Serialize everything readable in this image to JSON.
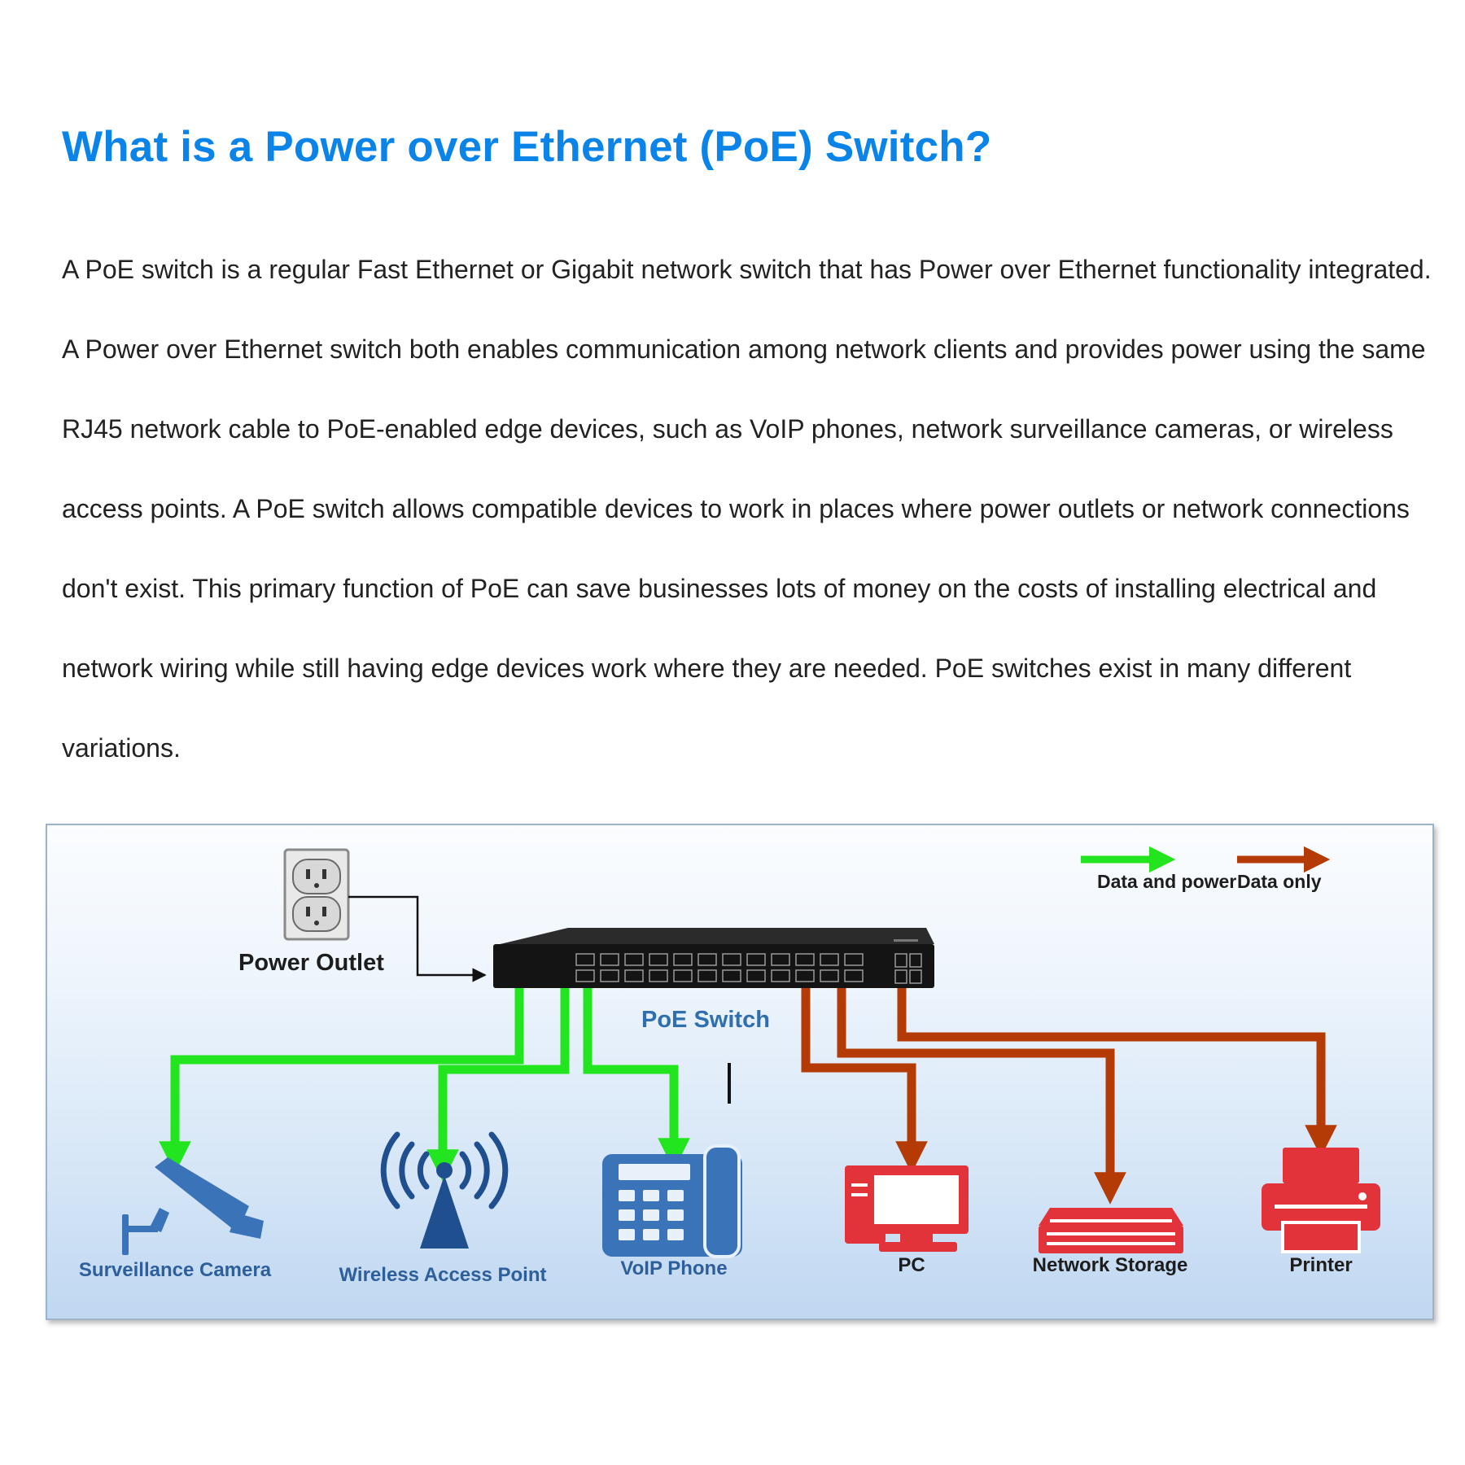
{
  "article": {
    "title": "What is a Power over Ethernet (PoE) Switch?",
    "paragraph": "A PoE switch is a regular Fast Ethernet or Gigabit network switch that has Power over Ethernet functionality integrated. A Power over Ethernet switch both enables communication among network clients and provides power using the same RJ45 network cable to PoE-enabled edge devices, such as VoIP phones, network surveillance cameras, or wireless access points. A PoE switch allows compatible devices to work in places where power outlets or network connections don't exist. This primary function of PoE can save businesses lots of money on the costs of installing electrical and network wiring while still having edge devices work where they are needed. PoE switches exist in many different variations."
  },
  "diagram": {
    "legend": {
      "data_and_power": "Data and power",
      "data_only": "Data only"
    },
    "power_outlet_label": "Power Outlet",
    "switch_label": "PoE Switch",
    "devices": {
      "camera": "Surveillance Camera",
      "access_point": "Wireless Access Point",
      "voip_phone": "VoIP Phone",
      "pc": "PC",
      "storage": "Network Storage",
      "printer": "Printer"
    },
    "colors": {
      "data_and_power": "#22e51f",
      "data_only": "#b43a06",
      "device_blue": "#3a73b8",
      "device_red": "#e2333a",
      "switch_label_blue": "#2f6fb0",
      "device_label_blue": "#2e5f9a"
    }
  }
}
